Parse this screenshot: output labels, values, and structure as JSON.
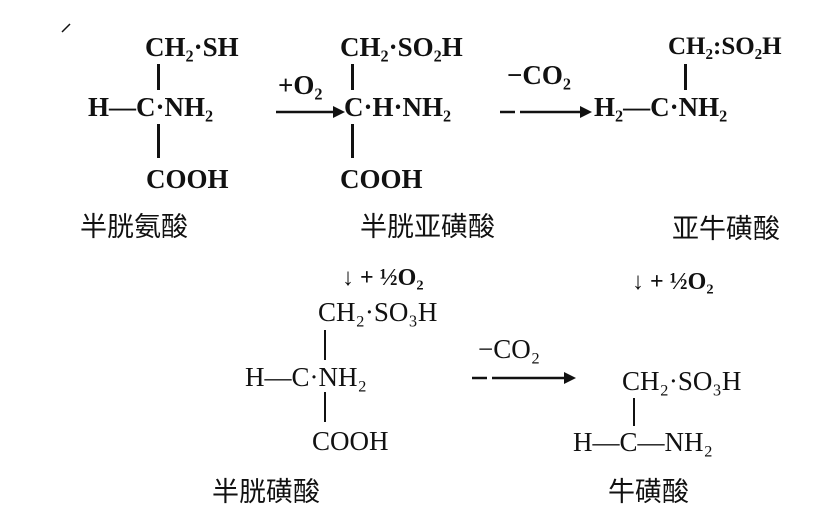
{
  "cysteine": {
    "top": "CH₂·SH",
    "mid": "H—C·NH₂",
    "bottom": "COOH",
    "name": "半胱氨酸"
  },
  "step1": {
    "reagent": "+O₂"
  },
  "cysteinesulfinic_acid": {
    "top": "CH₂·SO₂H",
    "mid": "C·H·NH₂",
    "bottom": "COOH",
    "name": "半胱亚磺酸"
  },
  "step2": {
    "reagent": "−CO₂"
  },
  "hypotaurine": {
    "top": "CH₂:SO₂H",
    "mid": "H₂—C·NH₂",
    "name": "亚牛磺酸"
  },
  "step3": {
    "reagent": "↓ + ½O₂"
  },
  "step4": {
    "reagent": "↓ + ½O₂"
  },
  "cysteic_acid": {
    "top": "CH₂·SO₃H",
    "mid": "H—C·NH₂",
    "bottom": "COOH",
    "name": "半胱磺酸"
  },
  "step5": {
    "reagent": "−CO₂"
  },
  "taurine": {
    "top": "CH₂·SO₃H",
    "mid": "H—C—NH₂",
    "name": "牛磺酸"
  }
}
